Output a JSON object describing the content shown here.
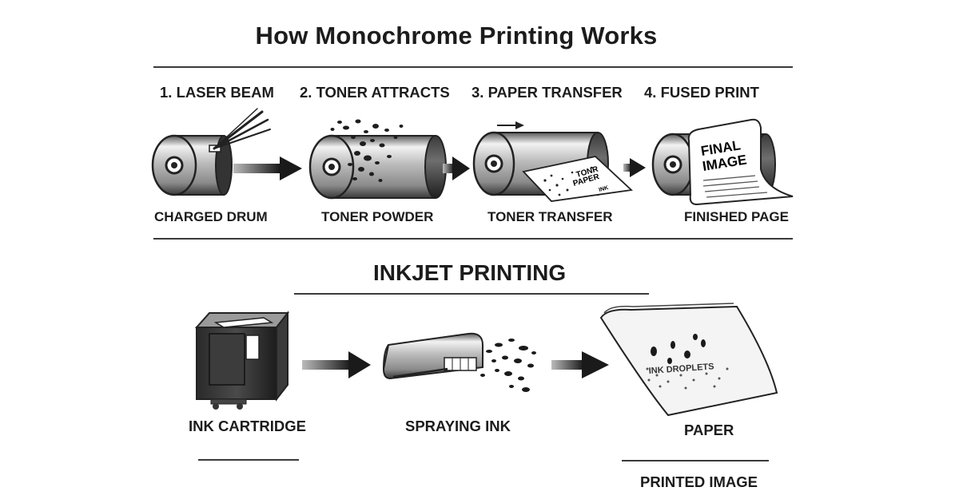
{
  "title": "How Monochrome Printing Works",
  "laser": {
    "steps": [
      {
        "label": "1. LASER BEAM",
        "caption": "CHARGED DRUM"
      },
      {
        "label": "2. TONER ATTRACTS",
        "caption": "TONER POWDER"
      },
      {
        "label": "3. PAPER TRANSFER",
        "caption": "TONER TRANSFER"
      },
      {
        "label": "4. FUSED PRINT",
        "caption": "FINISHED PAGE"
      }
    ],
    "paper_text": [
      "TONR",
      "PAPER",
      "INK"
    ],
    "final_page_text": [
      "FINAL",
      "IMAGE"
    ]
  },
  "inkjet": {
    "title": "INKJET PRINTING",
    "captions": {
      "cartridge": "INK CARTRIDGE",
      "spraying": "SPRAYING INK",
      "paper": "PAPER",
      "printed": "PRINTED IMAGE"
    },
    "paper_print_text": "INK DROPLETS"
  },
  "colors": {
    "ink": "#1c1c1c",
    "rule": "#3a3a3a"
  }
}
